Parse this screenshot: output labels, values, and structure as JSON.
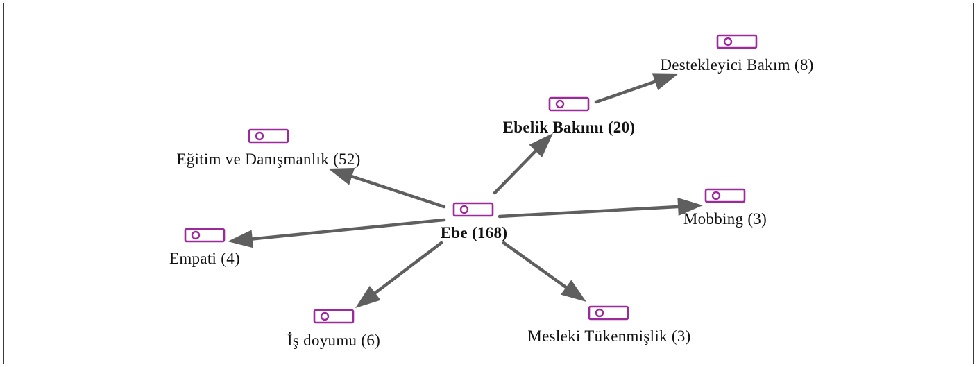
{
  "diagram": {
    "nodes": [
      {
        "id": "ebe",
        "label": "Ebe (168)",
        "bold": true,
        "icon": "code-icon"
      },
      {
        "id": "ebelik",
        "label": "Ebelik Bakımı (20)",
        "bold": true,
        "icon": "code-icon"
      },
      {
        "id": "destekleyici",
        "label": "Destekleyici Bakım (8)",
        "bold": false,
        "icon": "code-icon"
      },
      {
        "id": "egitim",
        "label": "Eğitim ve Danışmanlık (52)",
        "bold": false,
        "icon": "code-icon"
      },
      {
        "id": "mobbing",
        "label": "Mobbing (3)",
        "bold": false,
        "icon": "code-icon"
      },
      {
        "id": "empati",
        "label": "Empati (4)",
        "bold": false,
        "icon": "code-icon"
      },
      {
        "id": "isdoyumu",
        "label": "İş doyumu (6)",
        "bold": false,
        "icon": "code-icon"
      },
      {
        "id": "mesleki",
        "label": "Mesleki Tükenmişlik (3)",
        "bold": false,
        "icon": "code-icon"
      }
    ],
    "edges": [
      {
        "from": "ebe",
        "to": "ebelik"
      },
      {
        "from": "ebelik",
        "to": "destekleyici"
      },
      {
        "from": "ebe",
        "to": "egitim"
      },
      {
        "from": "ebe",
        "to": "mobbing"
      },
      {
        "from": "ebe",
        "to": "empati"
      },
      {
        "from": "ebe",
        "to": "isdoyumu"
      },
      {
        "from": "ebe",
        "to": "mesleki"
      }
    ],
    "colors": {
      "icon": "#9b2a9b",
      "edge": "#5f5f5f",
      "text": "#111111"
    }
  }
}
